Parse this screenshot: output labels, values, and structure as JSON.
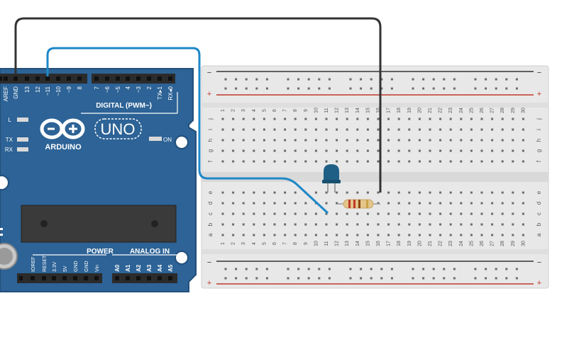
{
  "arduino": {
    "brand": "ARDUINO",
    "model": "UNO",
    "digital_label": "DIGITAL (PWM~)",
    "power_label": "POWER",
    "analog_label": "ANALOG IN",
    "on_label": "ON",
    "led_labels": [
      "L",
      "TX",
      "RX"
    ],
    "digital_pins": [
      "AREF",
      "GND",
      "13",
      "12",
      "~11",
      "~10",
      "~9",
      "8",
      "7",
      "~6",
      "~5",
      "4",
      "~3",
      "2",
      "TX▸1",
      "RX◂0"
    ],
    "power_pins": [
      "IOREF",
      "RESET",
      "3.3V",
      "5V",
      "GND",
      "GND",
      "Vin"
    ],
    "analog_pins": [
      "A0",
      "A1",
      "A2",
      "A3",
      "A4",
      "A5"
    ]
  },
  "breadboard": {
    "columns": 30,
    "top_rows": [
      "j",
      "i",
      "h",
      "g",
      "f"
    ],
    "bottom_rows": [
      "e",
      "d",
      "c",
      "b",
      "a"
    ],
    "rail_minus": "−",
    "rail_plus": "+"
  },
  "colors": {
    "board_blue": "#2d6396",
    "board_edge": "#234f7a",
    "header_black": "#2b2b2b",
    "breadboard": "#e6e6e6",
    "rail_red": "#c0392b",
    "rail_dark": "#333333",
    "wire_blue": "#1e88c8",
    "wire_black": "#333333",
    "led": "#1f5f86",
    "resistor_body": "#e3c58a"
  }
}
